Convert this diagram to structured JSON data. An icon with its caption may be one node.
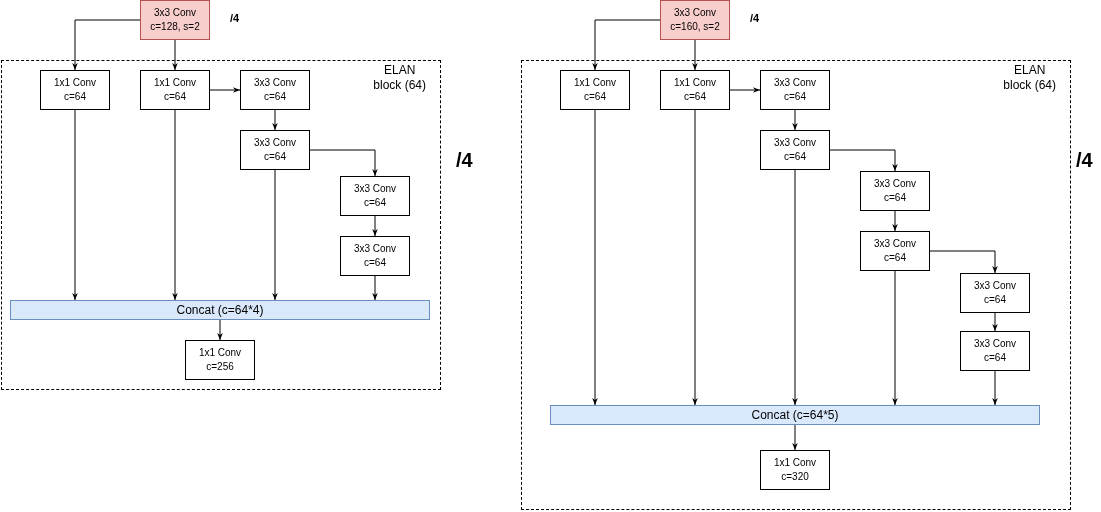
{
  "diagram": {
    "nodes": [
      {
        "text": [
          "3x3 Conv",
          "c=128, s=2"
        ]
      },
      {
        "text": [
          "ELAN",
          "block (64)"
        ]
      },
      {
        "text": [
          "1x1 Conv",
          "c=64"
        ],
        "in": 1
      },
      {
        "text": [
          "1x1 Conv",
          "c=64"
        ],
        "in": 1
      },
      {
        "text": [
          "3x3 Conv",
          "c=64"
        ],
        "in": 1
      },
      {
        "text": [
          "3x3 Conv",
          "c=64"
        ],
        "in": 1
      },
      {
        "text": [
          "3x3 Conv",
          "c=64"
        ],
        "in": 1
      },
      {
        "text": [
          "3x3 Conv",
          "c=64"
        ],
        "in": 1
      },
      {
        "text": [
          "Concat (c=64*4)"
        ],
        "in": 1
      },
      {
        "text": [
          "1x1 Conv",
          "c=256"
        ],
        "in": 1
      },
      {
        "text": [
          "3x3 Conv",
          "c=160, s=2"
        ]
      },
      {
        "text": [
          "ELAN",
          "block (64)"
        ]
      },
      {
        "text": [
          "1x1 Conv",
          "c=64"
        ],
        "in": 11
      },
      {
        "text": [
          "1x1 Conv",
          "c=64"
        ],
        "in": 11
      },
      {
        "text": [
          "3x3 Conv",
          "c=64"
        ],
        "in": 11
      },
      {
        "text": [
          "3x3 Conv",
          "c=64"
        ],
        "in": 11
      },
      {
        "text": [
          "3x3 Conv",
          "c=64"
        ],
        "in": 11
      },
      {
        "text": [
          "3x3 Conv",
          "c=64"
        ],
        "in": 11
      },
      {
        "text": [
          "3x3 Conv",
          "c=64"
        ],
        "in": 11
      },
      {
        "text": [
          "3x3 Conv",
          "c=64"
        ],
        "in": 11
      },
      {
        "text": [
          "Concat (c=64*5)"
        ],
        "in": 11
      },
      {
        "text": [
          "1x1 Conv",
          "c=320"
        ],
        "in": 11
      }
    ],
    "edges": [
      {
        "from": 0,
        "to": 2,
        "arrow": "to"
      },
      {
        "from": 0,
        "to": 3,
        "arrow": "to"
      },
      {
        "from": 3,
        "to": 4,
        "arrow": "to"
      },
      {
        "from": 4,
        "to": 5,
        "arrow": "to"
      },
      {
        "from": 5,
        "to": 6,
        "arrow": "to"
      },
      {
        "from": 6,
        "to": 7,
        "arrow": "to"
      },
      {
        "from": 2,
        "to": 8,
        "arrow": "to"
      },
      {
        "from": 3,
        "to": 8,
        "arrow": "to"
      },
      {
        "from": 5,
        "to": 8,
        "arrow": "to"
      },
      {
        "from": 7,
        "to": 8,
        "arrow": "to"
      },
      {
        "from": 8,
        "to": 9,
        "arrow": "to"
      },
      {
        "from": 10,
        "to": 12,
        "arrow": "to"
      },
      {
        "from": 10,
        "to": 13,
        "arrow": "to"
      },
      {
        "from": 13,
        "to": 14,
        "arrow": "to"
      },
      {
        "from": 14,
        "to": 15,
        "arrow": "to"
      },
      {
        "from": 15,
        "to": 16,
        "arrow": "to"
      },
      {
        "from": 16,
        "to": 17,
        "arrow": "to"
      },
      {
        "from": 17,
        "to": 18,
        "arrow": "to"
      },
      {
        "from": 18,
        "to": 19,
        "arrow": "to"
      },
      {
        "from": 12,
        "to": 20,
        "arrow": "to"
      },
      {
        "from": 13,
        "to": 20,
        "arrow": "to"
      },
      {
        "from": 15,
        "to": 20,
        "arrow": "to"
      },
      {
        "from": 17,
        "to": 20,
        "arrow": "to"
      },
      {
        "from": 19,
        "to": 20,
        "arrow": "to"
      },
      {
        "from": 20,
        "to": 21,
        "arrow": "to"
      }
    ],
    "labels": [
      "/4",
      "/4",
      "/4",
      "/4"
    ]
  }
}
